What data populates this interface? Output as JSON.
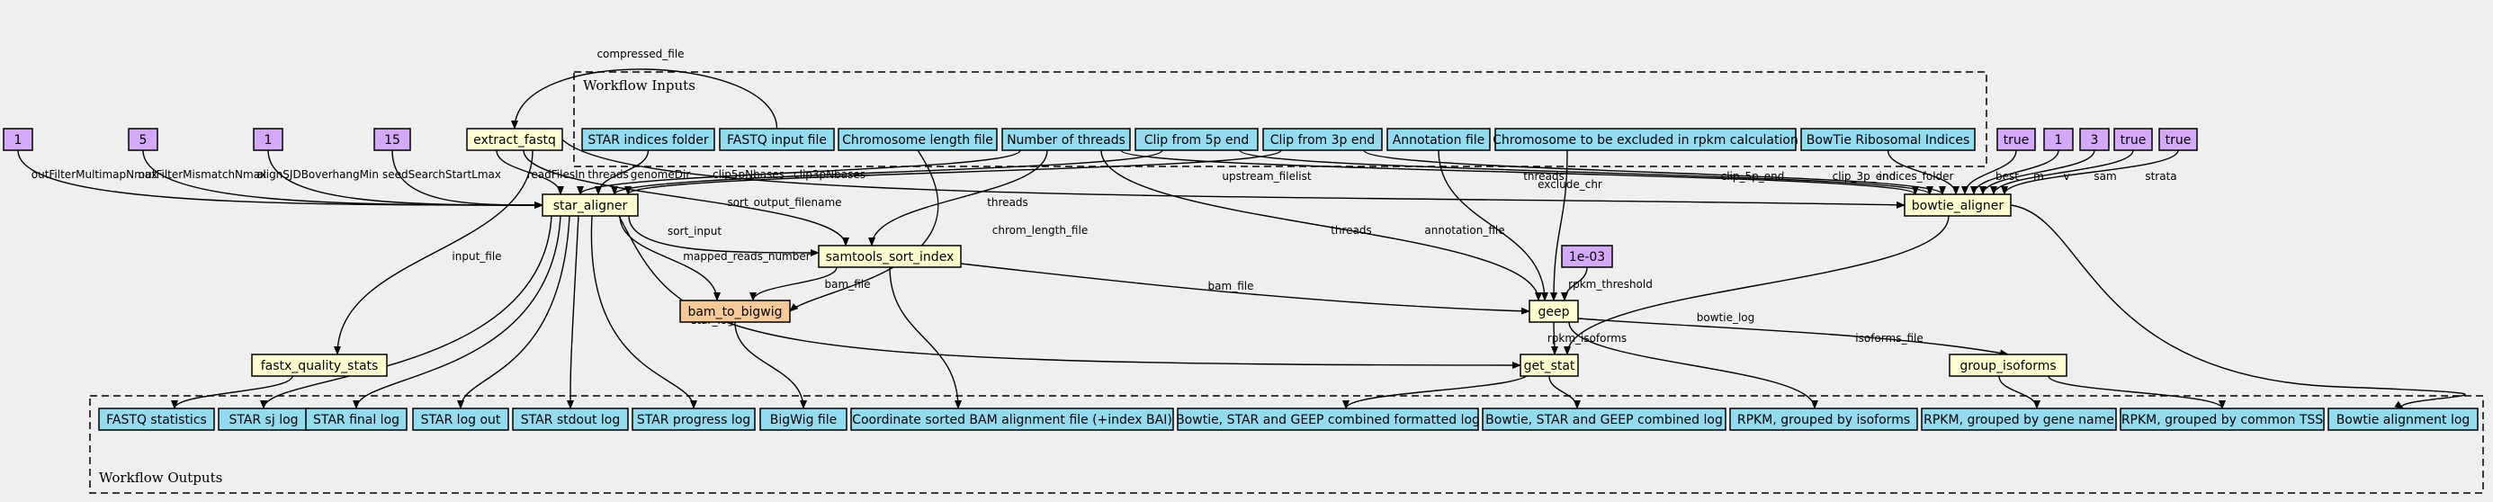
{
  "colors": {
    "background": "#efefef",
    "input": "#94dbf0",
    "param": "#d4a9f7",
    "step": "#ffffd2",
    "step_highlight": "#f7c898",
    "output": "#94dbf0"
  },
  "clusters": {
    "inputs": "Workflow Inputs",
    "outputs": "Workflow Outputs"
  },
  "nodes": {
    "p_outfilter_multimap": "1",
    "p_outfilter_mismatch": "5",
    "p_align_sjdb": "1",
    "p_seedsearch": "15",
    "extract_fastq": "extract_fastq",
    "in_star_indices": "STAR indices folder",
    "in_fastq": "FASTQ input file",
    "in_chrom_length": "Chromosome length file",
    "in_threads": "Number of threads",
    "in_clip5p": "Clip from 5p end",
    "in_clip3p": "Clip from 3p end",
    "in_annotation": "Annotation file",
    "in_exclude_chr": "Chromosome to be excluded in rpkm calculation",
    "in_bowtie_indices": "BowTie Ribosomal Indices",
    "p_true1": "true",
    "p_one": "1",
    "p_three": "3",
    "p_true2": "true",
    "p_true3": "true",
    "star_aligner": "star_aligner",
    "bowtie_aligner": "bowtie_aligner",
    "samtools_sort_index": "samtools_sort_index",
    "p_rpkm": "1e-03",
    "bam_to_bigwig": "bam_to_bigwig",
    "geep": "geep",
    "get_stat": "get_stat",
    "group_isoforms": "group_isoforms",
    "fastx_quality_stats": "fastx_quality_stats",
    "out_fastq_stats": "FASTQ statistics",
    "out_star_sj": "STAR sj log",
    "out_star_final": "STAR final log",
    "out_star_logout": "STAR log out",
    "out_star_stdout": "STAR stdout log",
    "out_star_progress": "STAR progress log",
    "out_bigwig": "BigWig file",
    "out_bam": "Coordinate sorted BAM alignment file (+index BAI)",
    "out_formatted_log": "Bowtie, STAR and GEEP combined formatted log",
    "out_combined_log": "Bowtie, STAR and GEEP combined log",
    "out_rpkm_isoforms": "RPKM, grouped by isoforms",
    "out_rpkm_gene": "RPKM, grouped by gene name",
    "out_rpkm_tss": "RPKM, grouped by common TSS",
    "out_bowtie_log": "Bowtie alignment log"
  },
  "edge_labels": {
    "outFilterMultimapNmax": "outFilterMultimapNmax",
    "outFilterMismatchNmax": "outFilterMismatchNmax",
    "alignSJDBoverhangMin": "alignSJDBoverhangMin",
    "seedSearchStartLmax": "seedSearchStartLmax",
    "readFilesIn": "readFilesIn",
    "threads_star": "threads",
    "genomeDir": "genomeDir",
    "clip5pNbases": "clip5pNbases",
    "clip3pNbases": "clip3pNbases",
    "compressed_file": "compressed_file",
    "sort_output_filename": "sort_output_filename",
    "threads_samtools": "threads",
    "chrom_length_file": "chrom_length_file",
    "threads_geep": "threads",
    "annotation_file": "annotation_file",
    "exclude_chr": "exclude_chr",
    "upstream_filelist": "upstream_filelist",
    "threads_bowtie": "threads",
    "clip_5p_end": "clip_5p_end",
    "clip_3p_end": "clip_3p_end",
    "indices_folder": "indices_folder",
    "best": "best",
    "m": "m",
    "v": "v",
    "sam": "sam",
    "strata": "strata",
    "sort_input": "sort_input",
    "mapped_reads_number": "mapped_reads_number",
    "bam_file_bigwig": "bam_file",
    "bam_file_geep": "bam_file",
    "input_file": "input_file",
    "star_log": "star_log",
    "rpkm_threshold": "rpkm_threshold",
    "rpkm_isoforms": "rpkm_isoforms",
    "isoforms_file": "isoforms_file",
    "bowtie_log": "bowtie_log"
  }
}
